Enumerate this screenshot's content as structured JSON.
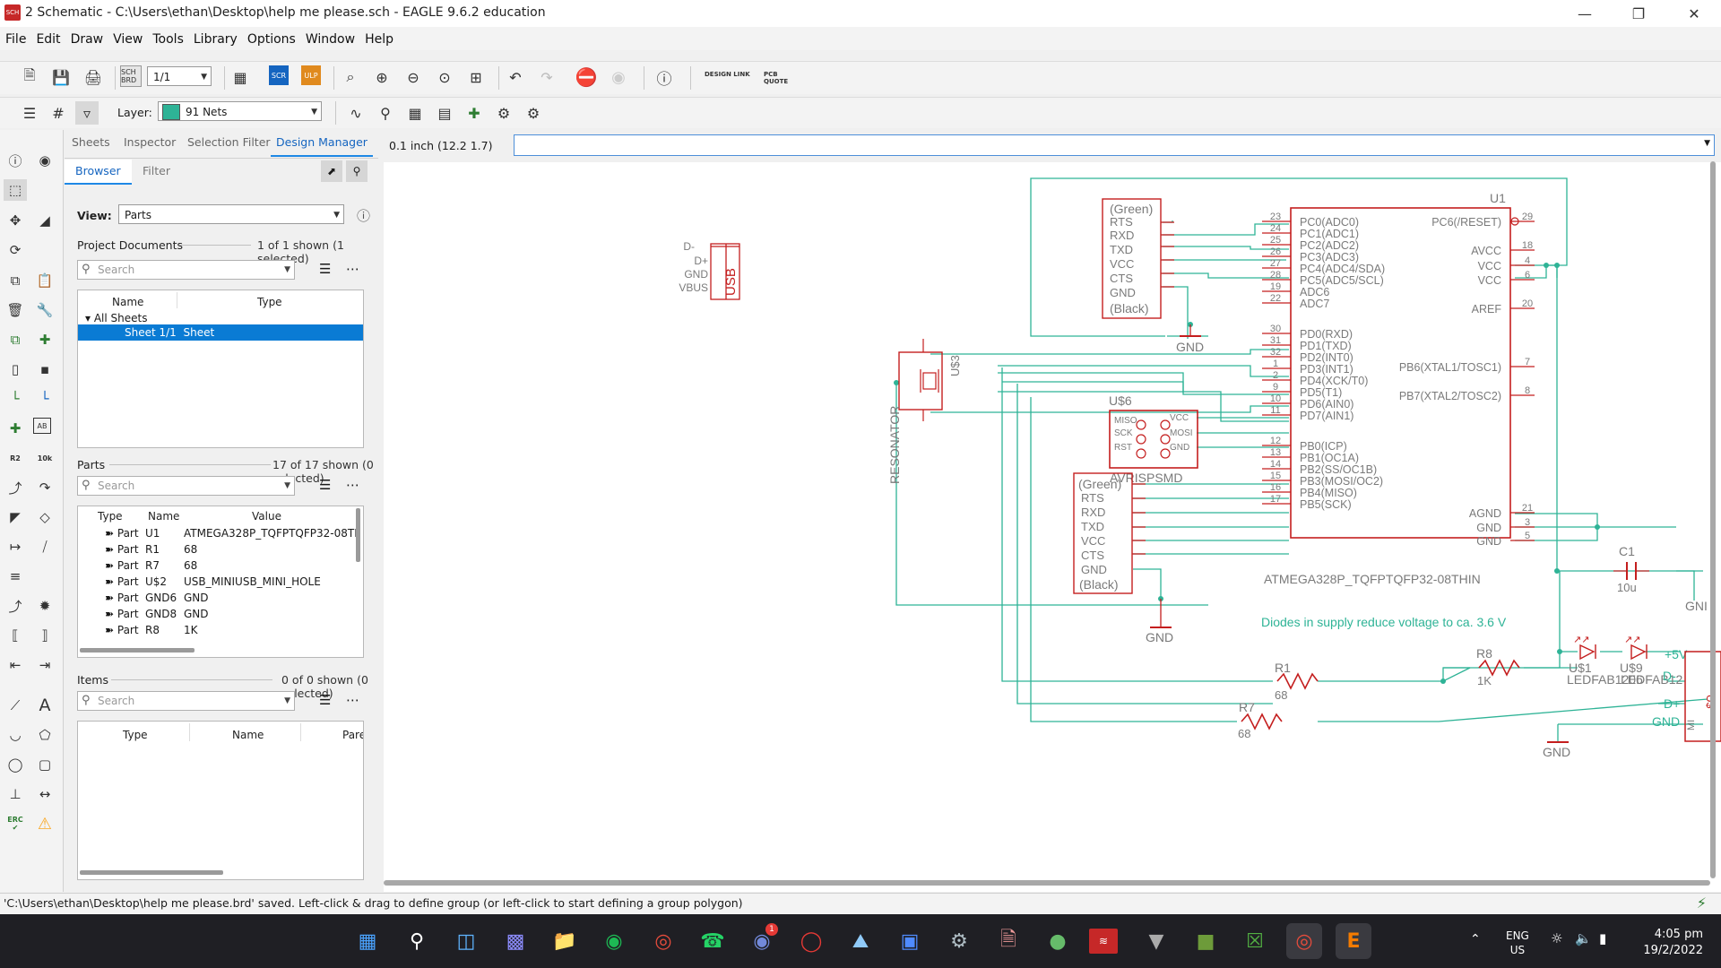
{
  "window": {
    "title": "2 Schematic - C:\\Users\\ethan\\Desktop\\help me please.sch - EAGLE 9.6.2 education",
    "app_icon": "SCH"
  },
  "menu": [
    "File",
    "Edit",
    "Draw",
    "View",
    "Tools",
    "Library",
    "Options",
    "Window",
    "Help"
  ],
  "toolbar1": {
    "sheet_select": "1/1",
    "design_link": "DESIGN LINK",
    "pcb_quote": "PCB QUOTE",
    "scr": "SCR",
    "ulp": "ULP",
    "sch_brd": "SCH BRD"
  },
  "toolbar2": {
    "layer_label": "Layer:",
    "layer_value": "91 Nets",
    "layer_color": "#2eb396"
  },
  "panel": {
    "tabs": [
      "Sheets",
      "Inspector",
      "Selection Filter",
      "Design Manager"
    ],
    "subtabs": [
      "Browser",
      "Filter"
    ],
    "view_label": "View:",
    "view_value": "Parts",
    "project_docs": {
      "label": "Project Documents",
      "meta": "1 of 1 shown (1 selected)",
      "search": "Search",
      "col_name": "Name",
      "col_type": "Type",
      "tree_root": "All Sheets",
      "sheet_name": "Sheet 1/1",
      "sheet_type": "Sheet"
    },
    "parts": {
      "label": "Parts",
      "meta": "17 of 17 shown (0 selected)",
      "search": "Search",
      "col_type": "Type",
      "col_name": "Name",
      "col_value": "Value",
      "rows": [
        {
          "type": "Part",
          "name": "U1",
          "value": "ATMEGA328P_TQFPTQFP32-08TI"
        },
        {
          "type": "Part",
          "name": "R1",
          "value": "68"
        },
        {
          "type": "Part",
          "name": "R7",
          "value": "68"
        },
        {
          "type": "Part",
          "name": "U$2",
          "value": "USB_MINIUSB_MINI_HOLE"
        },
        {
          "type": "Part",
          "name": "GND6",
          "value": "GND"
        },
        {
          "type": "Part",
          "name": "GND8",
          "value": "GND"
        },
        {
          "type": "Part",
          "name": "R8",
          "value": "1K"
        }
      ]
    },
    "items": {
      "label": "Items",
      "meta": "0 of 0 shown (0 selected)",
      "search": "Search",
      "col_type": "Type",
      "col_name": "Name",
      "col_parent": "Pare"
    }
  },
  "toolstrip": {
    "erc": "ERC",
    "r2": "R2",
    "r2_sub": "10k",
    "r2b": "R2",
    "tenk": "10k",
    "ab": "AB"
  },
  "canvas": {
    "coordinate": "0.1 inch (12.2 1.7)",
    "usb_pins": [
      "D-",
      "D+",
      "GND",
      "VBUS"
    ],
    "usb_label": "USB",
    "ftdi_top": {
      "head": "(Green)",
      "pins": [
        "RTS",
        "RXD",
        "TXD",
        "VCC",
        "CTS",
        "GND"
      ],
      "foot": "(Black)"
    },
    "ftdi_bottom": {
      "head": "(Green)",
      "pins": [
        "RTS",
        "RXD",
        "TXD",
        "VCC",
        "CTS",
        "GND"
      ],
      "foot": "(Black)"
    },
    "gnd_label": "GND",
    "resonator_label": "RESONATOR",
    "resonator_name": "U$3",
    "isp_name": "U$6",
    "isp_value": "AVRISPSMD",
    "isp_pins_left": [
      "MISO",
      "SCK",
      "RST"
    ],
    "isp_pins_right": [
      "VCC",
      "MOSI",
      "GND"
    ],
    "mcu_name": "U1",
    "mcu_value": "ATMEGA328P_TQFPTQFP32-08THIN",
    "mcu_left_pins": [
      "PC0(ADC0)",
      "PC1(ADC1)",
      "PC2(ADC2)",
      "PC3(ADC3)",
      "PC4(ADC4/SDA)",
      "PC5(ADC5/SCL)",
      "ADC6",
      "ADC7",
      "PD0(RXD)",
      "PD1(TXD)",
      "PD2(INT0)",
      "PD3(INT1)",
      "PD4(XCK/T0)",
      "PD5(T1)",
      "PD6(AIN0)",
      "PD7(AIN1)",
      "PB0(ICP)",
      "PB1(OC1A)",
      "PB2(SS/OC1B)",
      "PB3(MOSI/OC2)",
      "PB4(MISO)",
      "PB5(SCK)"
    ],
    "mcu_left_nums": [
      "23",
      "24",
      "25",
      "26",
      "27",
      "28",
      "19",
      "22",
      "30",
      "31",
      "32",
      "1",
      "2",
      "9",
      "10",
      "11",
      "12",
      "13",
      "14",
      "15",
      "16",
      "17"
    ],
    "mcu_right_pins": [
      "PC6(/RESET)",
      "AVCC",
      "VCC",
      "VCC",
      "AREF",
      "PB6(XTAL1/TOSC1)",
      "PB7(XTAL2/TOSC2)",
      "AGND",
      "GND",
      "GND"
    ],
    "mcu_right_nums": [
      "29",
      "18",
      "4",
      "6",
      "20",
      "7",
      "8",
      "21",
      "3",
      "5"
    ],
    "cap_name": "C1",
    "cap_value": "10u",
    "gnd_cut": "GNI",
    "note": "Diodes in supply reduce voltage to ca. 3.6 V",
    "r1": {
      "name": "R1",
      "value": "68"
    },
    "r7": {
      "name": "R7",
      "value": "68"
    },
    "r8": {
      "name": "R8",
      "value": "1K"
    },
    "diode1": "U$1",
    "diode2": "U$9",
    "diode_value": "LEDFAB1206",
    "diode_value_2": "LEDFAB12",
    "plus5v": "+5V",
    "dminus": "D-",
    "dplus": "D+",
    "usb_conn_pins": [
      "D-",
      "D+"
    ],
    "conn_frag_top": "U$",
    "conn_frag_bottom": "MI"
  },
  "status": "'C:\\Users\\ethan\\Desktop\\help me please.brd' saved. Left-click & drag to define group (or left-click to start defining a group polygon)",
  "taskbar": {
    "lang": "ENG",
    "region": "US",
    "time": "4:05 pm",
    "date": "19/2/2022",
    "discord_badge": "1"
  },
  "colors": {
    "net": "#2eb396",
    "part": "#c41e1e",
    "label": "#7a7a7a",
    "accent": "#1e88e5"
  }
}
